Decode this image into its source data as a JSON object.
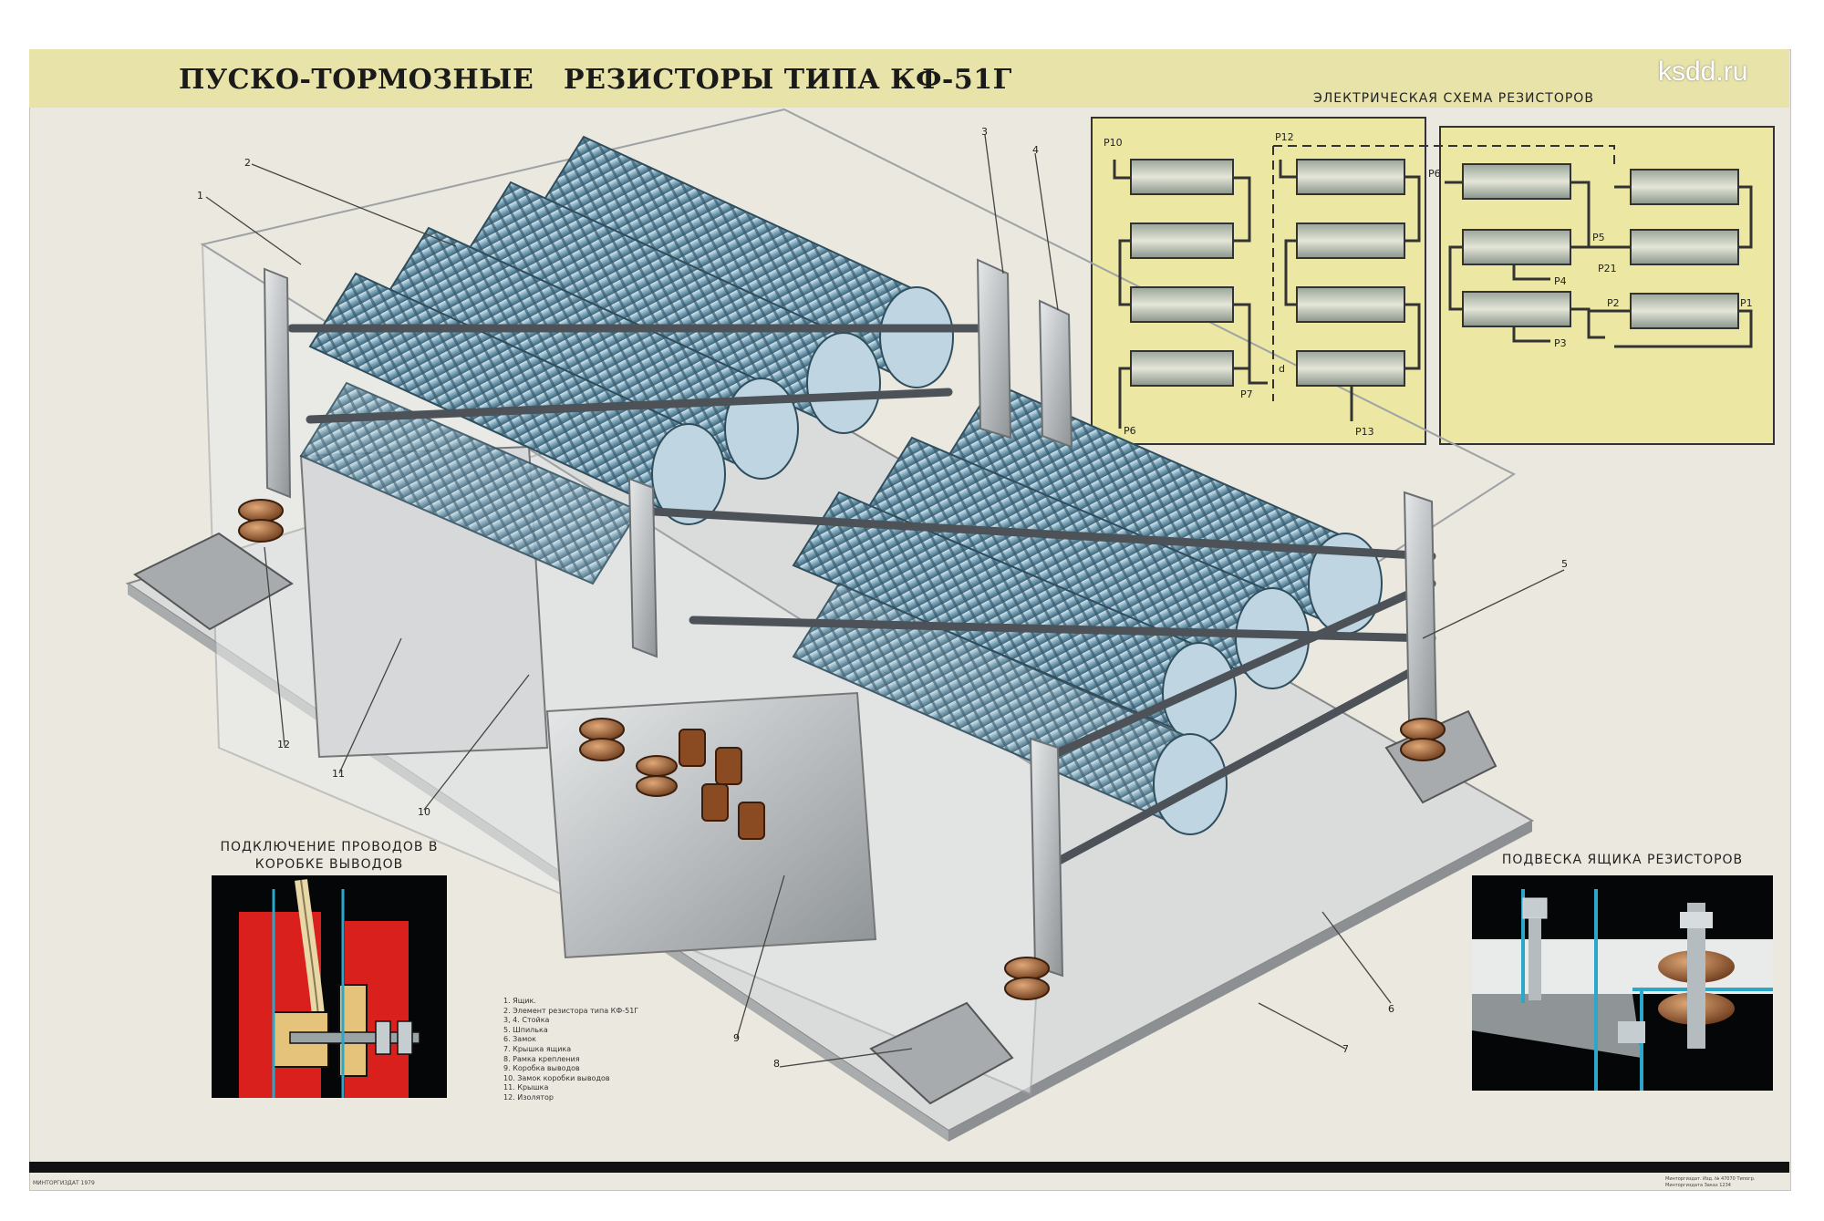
{
  "poster": {
    "title": "ПУСКО-ТОРМОЗНЫЕ   РЕЗИСТОРЫ ТИПА КФ-51Г",
    "watermark": "ksdd.ru",
    "schema_title": "ЭЛЕКТРИЧЕСКАЯ СХЕМА РЕЗИСТОРОВ",
    "inset_left_title_line1": "ПОДКЛЮЧЕНИЕ ПРОВОДОВ В",
    "inset_left_title_line2": "КОРОБКЕ ВЫВОДОВ",
    "inset_right_title": "ПОДВЕСКА ЯЩИКА РЕЗИСТОРОВ",
    "footer_left": "МИНТОРГИЗДАТ 1979",
    "footer_right": "Минторгиздат. Изд. № 47070 Типогр. Минторгиздата Заказ 1234"
  },
  "schematic_labels": {
    "p10": "Р10",
    "p6_left": "Р6",
    "p7": "Р7",
    "p12": "Р12",
    "d": "d",
    "p13": "Р13",
    "p6_right": "Р6",
    "p5": "Р5",
    "p21": "Р21",
    "p4": "Р4",
    "p3": "Р3",
    "p2": "Р2",
    "p1": "Р1"
  },
  "callouts": [
    "1",
    "2",
    "3",
    "4",
    "5",
    "6",
    "7",
    "8",
    "9",
    "10",
    "11",
    "12"
  ],
  "legend": [
    "1. Ящик.",
    "2. Элемент резистора типа КФ-51Г",
    "3, 4. Стойка",
    "5. Шпилька",
    "6. Замок",
    "7. Крышка ящика",
    "8. Рамка крепления",
    "9. Коробка выводов",
    "10. Замок коробки выводов",
    "11. Крышка",
    "12. Изолятор"
  ],
  "colors": {
    "band": "#e8e3a8",
    "schematic_bg": "#ece8a4",
    "resistor_blue": "#7fa9bd",
    "insulator_brown": "#9a5a2e",
    "metal": "#b8bcbf"
  }
}
